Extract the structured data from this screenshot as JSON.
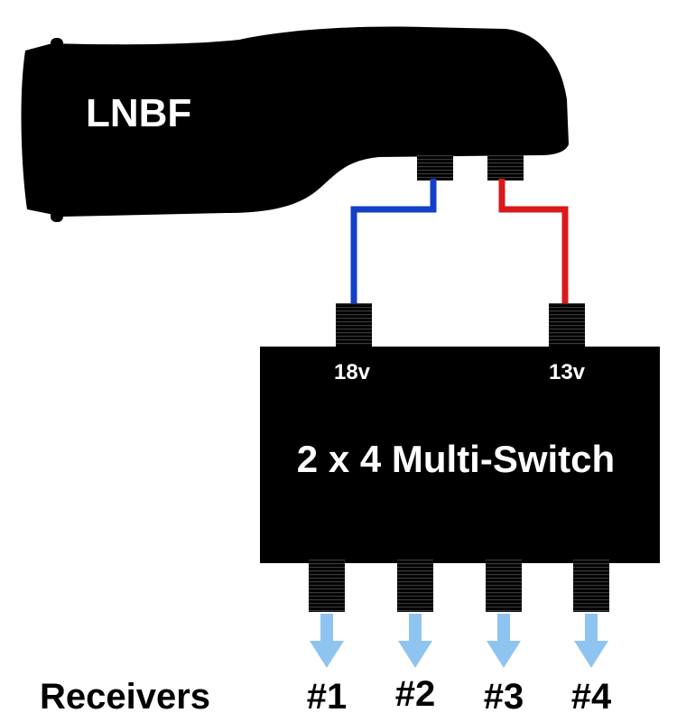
{
  "lnbf": {
    "label": "LNBF"
  },
  "switch": {
    "label": "2 x 4 Multi-Switch",
    "input_left_label": "18v",
    "input_right_label": "13v"
  },
  "receivers": {
    "label": "Receivers",
    "outputs": [
      "#1",
      "#2",
      "#3",
      "#4"
    ]
  },
  "colors": {
    "body": "#000000",
    "cable_18v": "#1240c8",
    "cable_13v": "#d81a1a",
    "arrow": "#8fc4f0",
    "text_light": "#ffffff",
    "text_dark": "#000000"
  }
}
